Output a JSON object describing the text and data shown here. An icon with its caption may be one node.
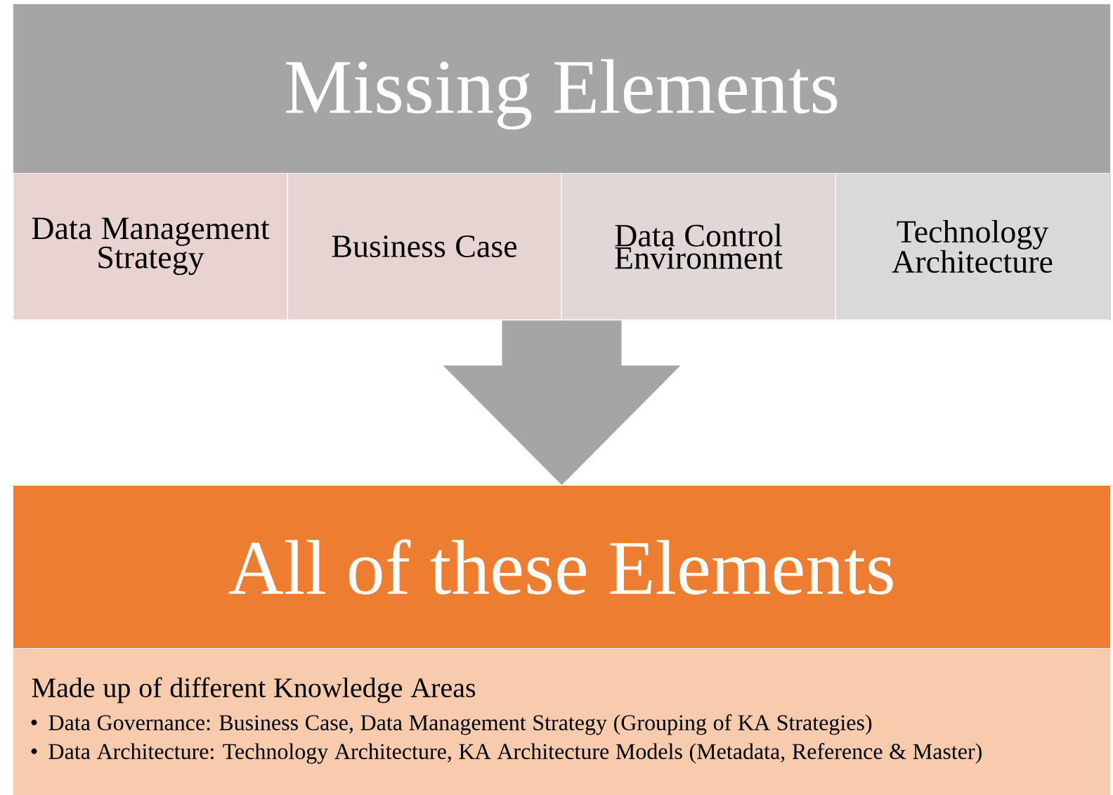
{
  "diagram": {
    "nodes": [
      {
        "text": [
          "Missing Elements"
        ]
      },
      {
        "text": [
          "Data Management Strategy"
        ],
        "in": 0
      },
      {
        "text": [
          "Business Case"
        ],
        "in": 0
      },
      {
        "text": [
          "Data Control Environment"
        ],
        "in": 0
      },
      {
        "text": [
          "Technology Architecture"
        ],
        "in": 0
      },
      {
        "text": [
          "All of these Elements"
        ]
      },
      {
        "text": [
          "Made up of different Knowledge Areas",
          "Data Governance: Business Case, Data Management Strategy (Grouping of KA Strategies)",
          "Data Architecture: Technology Architecture, KA Architecture Models (Metadata, Reference & Master)"
        ]
      }
    ],
    "edges": [
      {
        "from": 0,
        "to": 5,
        "arrow": "to"
      }
    ]
  }
}
